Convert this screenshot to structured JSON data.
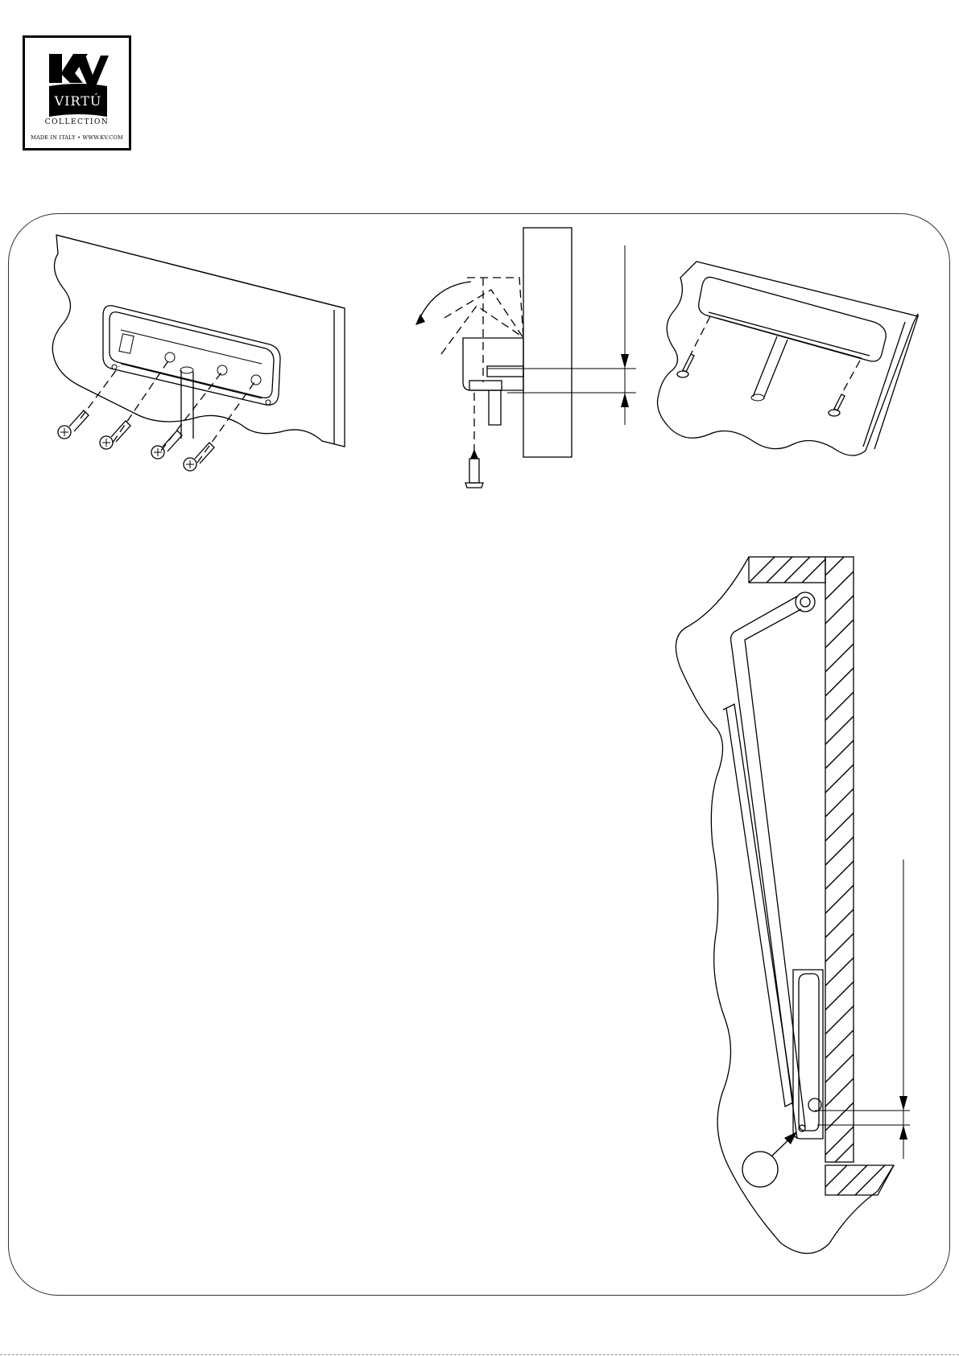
{
  "logo": {
    "monogram": "KV",
    "brand": "VIRTÚ",
    "collection": "COLLECTION",
    "tagline": "MADE IN ITALY • WWW.KV.COM"
  },
  "figures": [
    {
      "id": "fig-bracket-mount",
      "description": "bracket screwed to panel with four screws"
    },
    {
      "id": "fig-side-detail",
      "description": "side section with dimension arrows and screw"
    },
    {
      "id": "fig-shelf-mount",
      "description": "bracket on panel, two screws from top"
    },
    {
      "id": "fig-long-section",
      "description": "long cross section with hatched wall and dimension"
    }
  ]
}
